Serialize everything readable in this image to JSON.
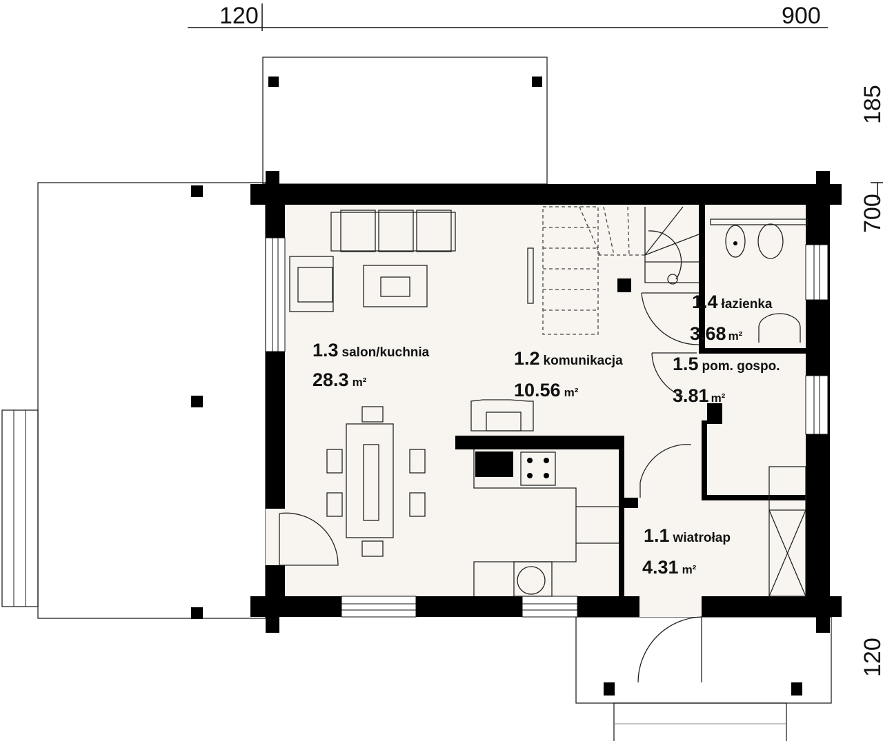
{
  "dimensions": {
    "top_left": "120",
    "top_right": "900",
    "right_top": "185",
    "right_middle": "700",
    "right_bottom": "120"
  },
  "rooms": [
    {
      "number": "1.1",
      "name": "wiatrołap",
      "area": "4.31",
      "unit": "m²"
    },
    {
      "number": "1.2",
      "name": "komunikacja",
      "area": "10.56",
      "unit": "m²"
    },
    {
      "number": "1.3",
      "name": "salon/kuchnia",
      "area": "28.3",
      "unit": "m²"
    },
    {
      "number": "1.4",
      "name": "łazienka",
      "area": "3.68",
      "unit": "m²"
    },
    {
      "number": "1.5",
      "name": "pom. gospo.",
      "area": "3.81",
      "unit": "m²"
    }
  ],
  "colors": {
    "floor": "#f8f5f0",
    "wall": "#000000",
    "background": "#ffffff"
  }
}
